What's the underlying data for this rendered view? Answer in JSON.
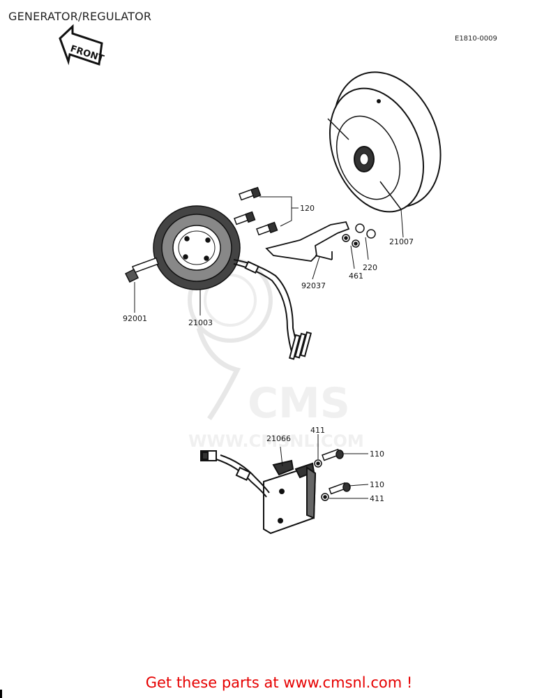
{
  "title": "GENERATOR/REGULATOR",
  "diagram_id": "E1810-0009",
  "front_label": "FRONT",
  "part_labels": {
    "p120": "120",
    "p21007": "21007",
    "p220": "220",
    "p461": "461",
    "p92037": "92037",
    "p92001": "92001",
    "p21003": "21003",
    "p411a": "411",
    "p21066": "21066",
    "p110a": "110",
    "p110b": "110",
    "p411b": "411"
  },
  "watermark": {
    "brand": "CMS",
    "url": "WWW.CMSNL.COM"
  },
  "footer": {
    "link_text": "Get these parts at www.cmsnl.com !",
    "color": "#e60000"
  }
}
